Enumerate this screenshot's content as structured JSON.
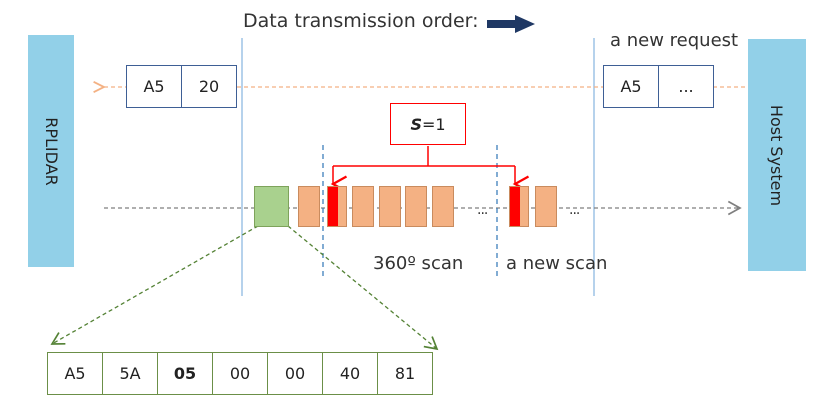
{
  "title": "Data transmission order:",
  "left_system": "RPLIDAR",
  "right_system": "Host System",
  "new_request_label": "a new request",
  "request_packet": [
    "A5",
    "20"
  ],
  "new_request_packet": [
    "A5",
    "..."
  ],
  "s_flag": {
    "var": "S",
    "value": "=1"
  },
  "scan_label": "360º scan",
  "new_scan_label": "a new scan",
  "ellipsis": "...",
  "descriptor_bytes": [
    {
      "text": "A5",
      "bold": false
    },
    {
      "text": "5A",
      "bold": false
    },
    {
      "text": "05",
      "bold": true
    },
    {
      "text": "00",
      "bold": false
    },
    {
      "text": "00",
      "bold": false
    },
    {
      "text": "40",
      "bold": false
    },
    {
      "text": "81",
      "bold": false
    }
  ],
  "colors": {
    "system_block": "#92d0e8",
    "descriptor": "#a9d18e",
    "scan_packet": "#f4b183",
    "start_flag": "#ff0000",
    "request_arrow": "#f4b183",
    "timeline": "#7f7f7f",
    "divider": "#9dc3e6"
  }
}
